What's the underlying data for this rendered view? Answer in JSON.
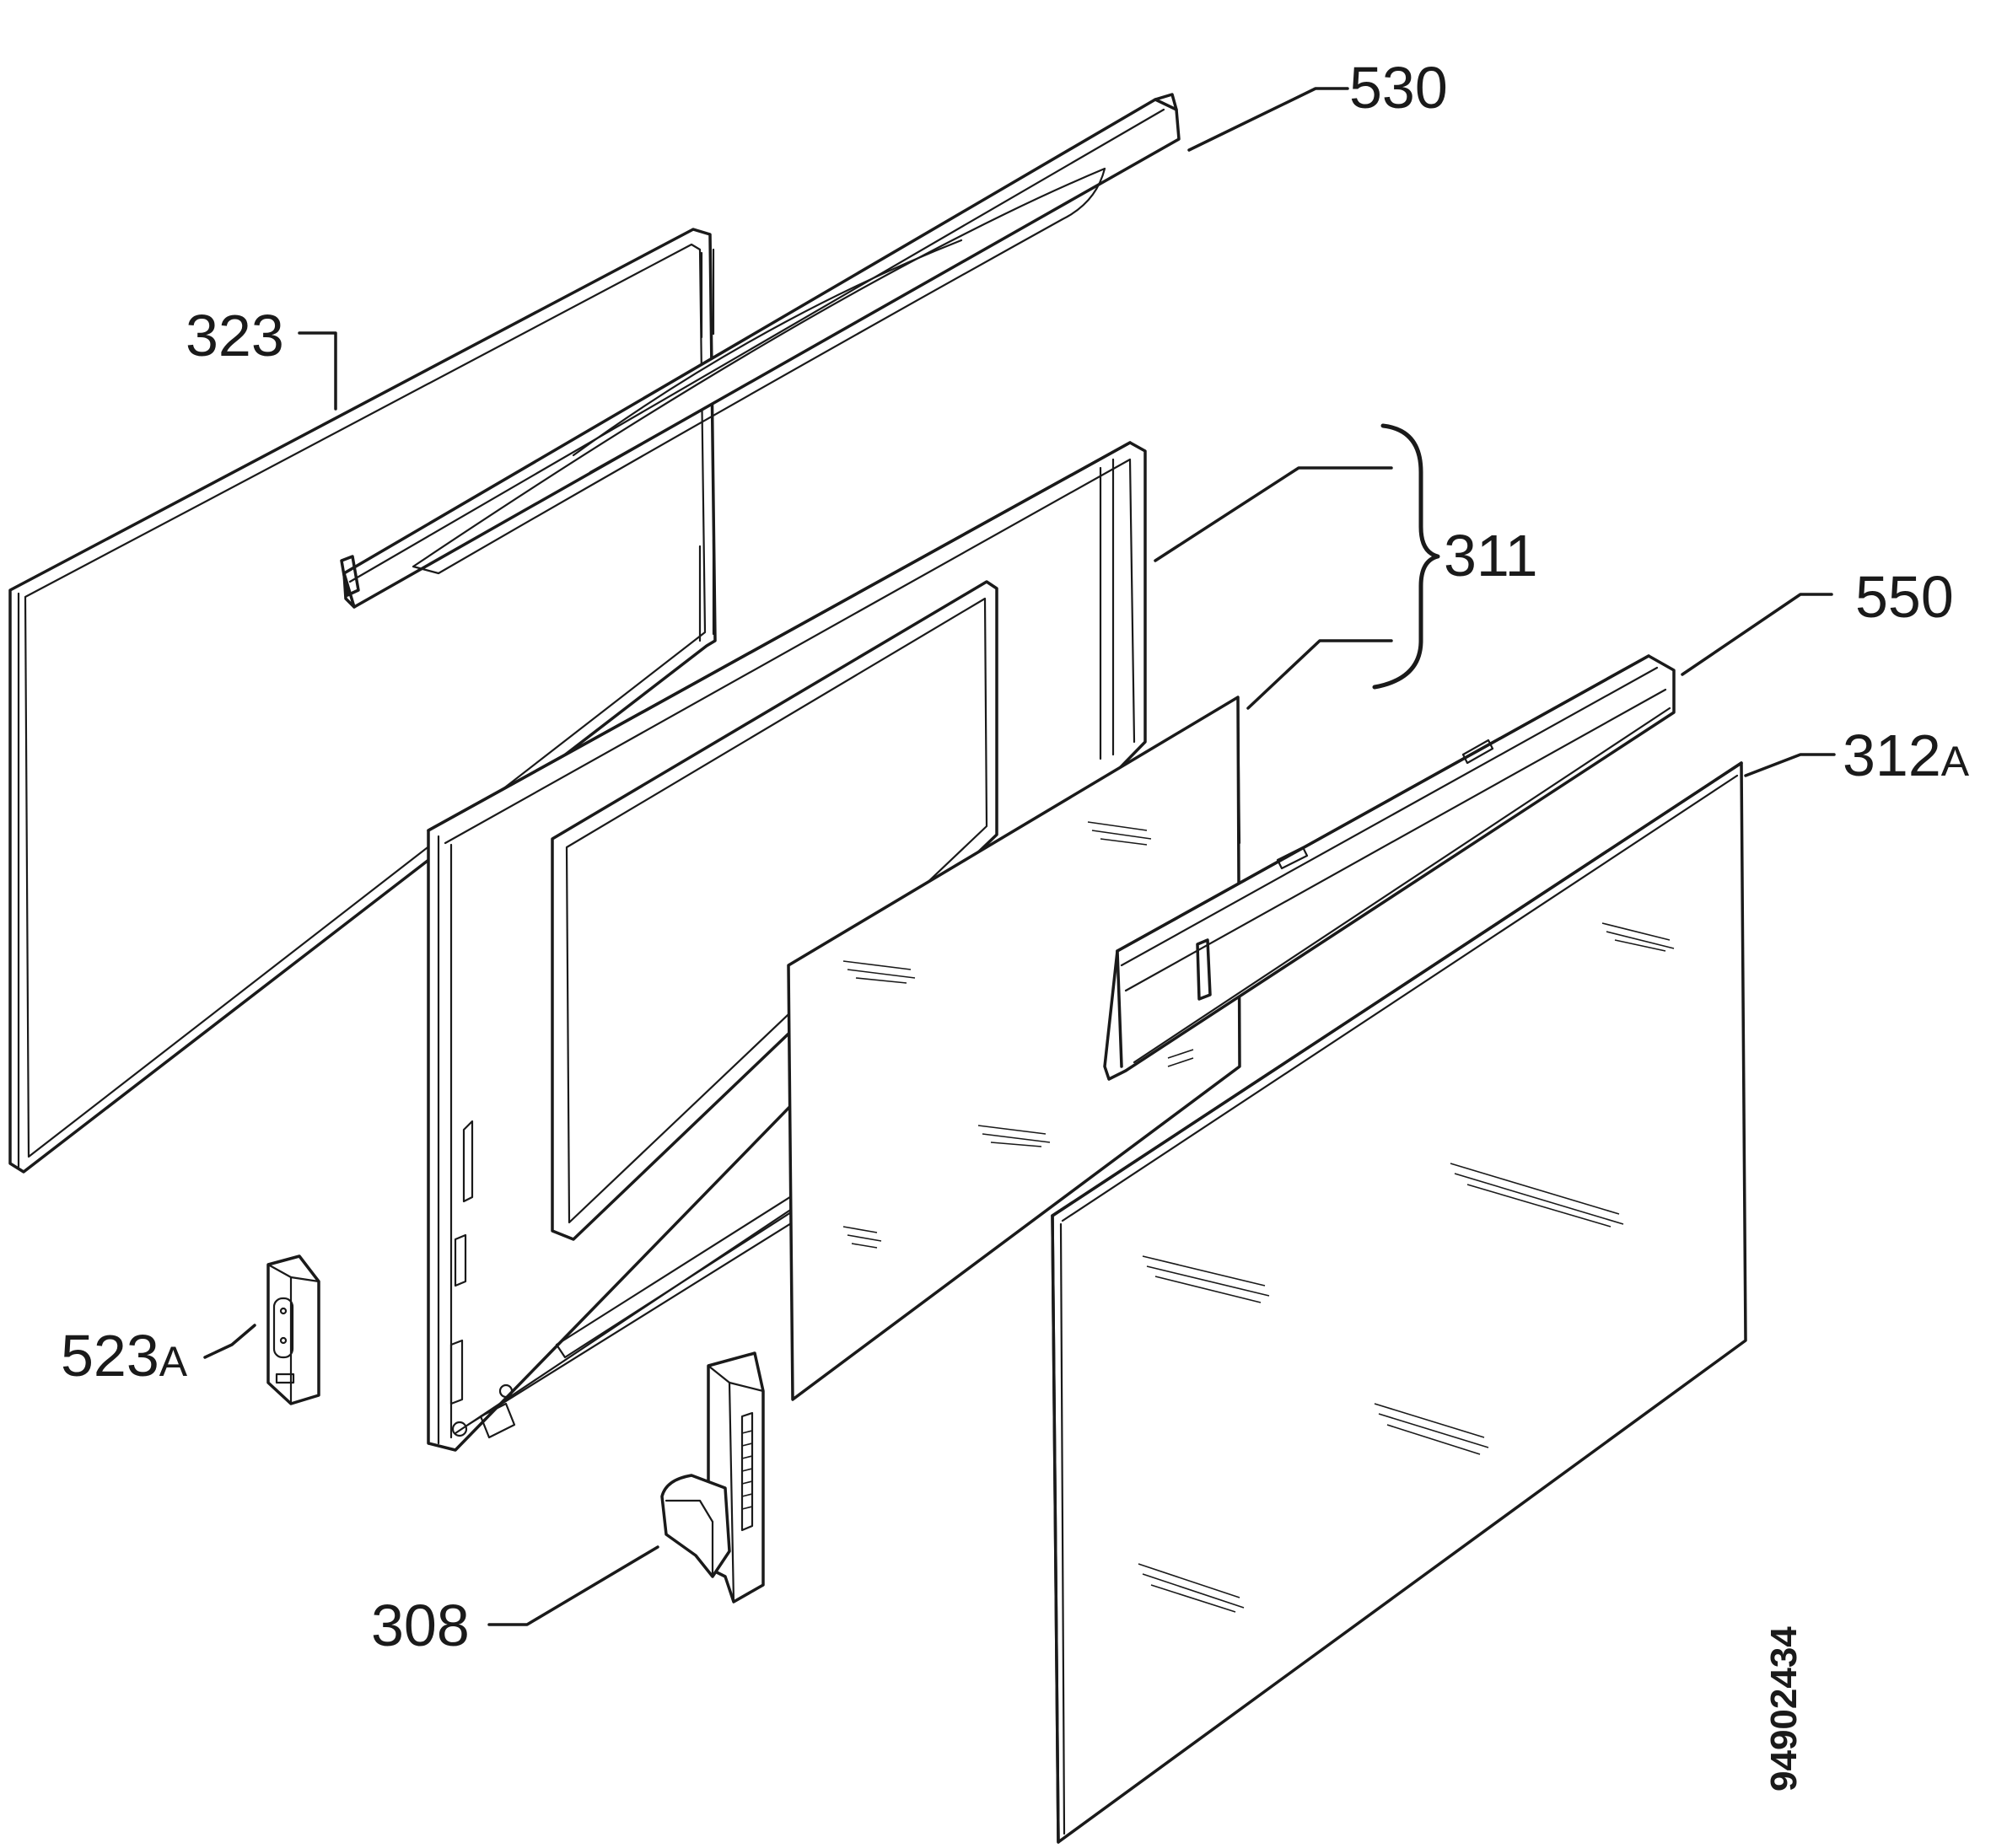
{
  "labels": {
    "p530": "530",
    "p323": "323",
    "p311": "311",
    "p550": "550",
    "p312": "312",
    "p312_suffix": "A",
    "p523": "523",
    "p523_suffix": "A",
    "p308": "308"
  },
  "document_number": "94902434",
  "colors": {
    "ink": "#1a1a1a",
    "paper": "#ffffff"
  }
}
